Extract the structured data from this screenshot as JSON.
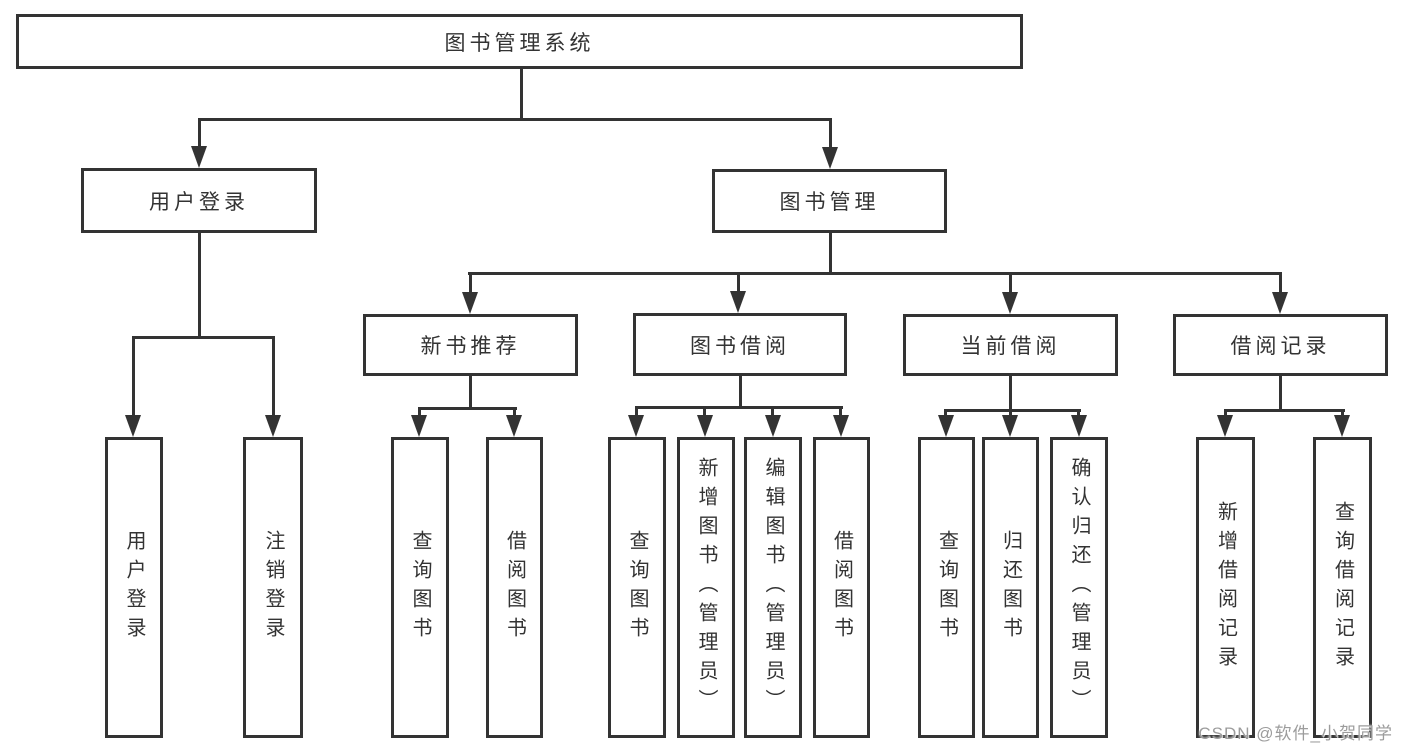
{
  "diagram": {
    "root": {
      "label": "图书管理系统"
    },
    "level2": [
      {
        "label": "用户登录"
      },
      {
        "label": "图书管理"
      }
    ],
    "level3": [
      {
        "label": "新书推荐"
      },
      {
        "label": "图书借阅"
      },
      {
        "label": "当前借阅"
      },
      {
        "label": "借阅记录"
      }
    ],
    "leaves": {
      "user_login": "用户登录",
      "logout": "注销登录",
      "query_books_a": "查询图书",
      "borrow_books_a": "借阅图书",
      "query_books_b": "查询图书",
      "add_books": "新增图书（管理员）",
      "edit_books": "编辑图书（管理员）",
      "borrow_books_b": "借阅图书",
      "query_books_c": "查询图书",
      "return_books": "归还图书",
      "confirm_return": "确认归还（管理员）",
      "add_borrow_record": "新增借阅记录",
      "query_borrow_record": "查询借阅记录"
    }
  },
  "watermark": {
    "text": "CSDN @软件_小贺同学"
  },
  "colors": {
    "line": "#333333",
    "text": "#333333",
    "watermark": "#9c9c9c",
    "background": "#ffffff"
  }
}
